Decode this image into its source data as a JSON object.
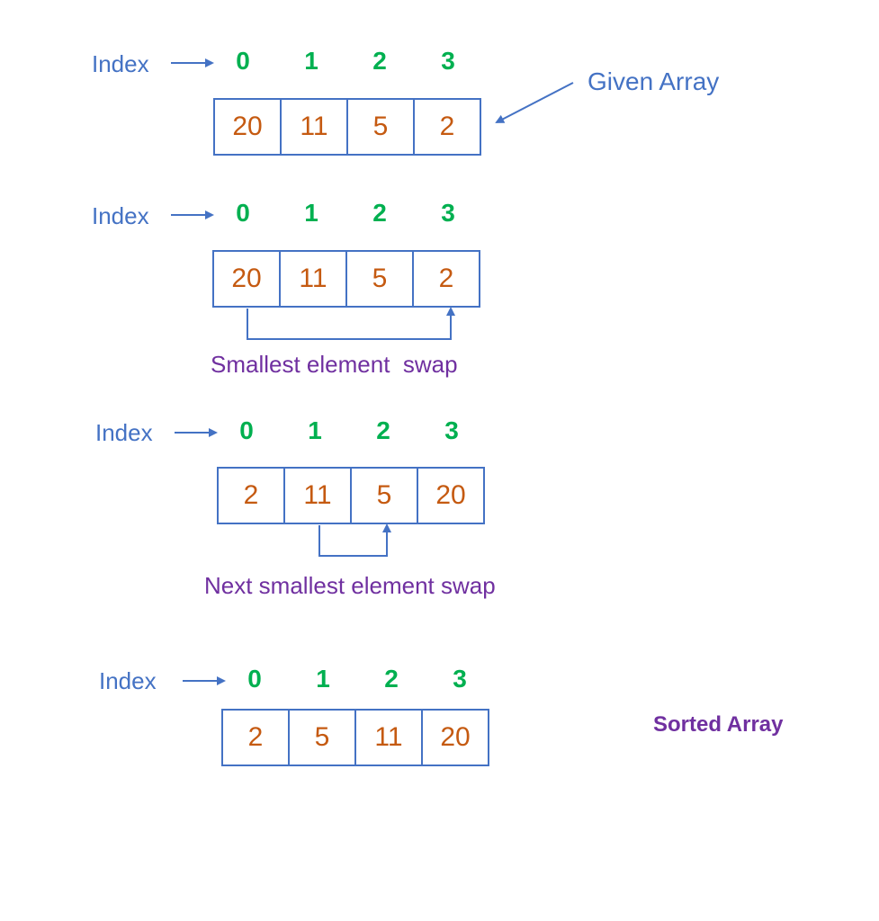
{
  "index_label": "Index",
  "indices": [
    "0",
    "1",
    "2",
    "3"
  ],
  "steps": [
    {
      "values": [
        "20",
        "11",
        "5",
        "2"
      ]
    },
    {
      "values": [
        "20",
        "11",
        "5",
        "2"
      ],
      "caption": "Smallest element  swap"
    },
    {
      "values": [
        "2",
        "11",
        "5",
        "20"
      ],
      "caption": "Next smallest element swap"
    },
    {
      "values": [
        "2",
        "5",
        "11",
        "20"
      ]
    }
  ],
  "given_array_label": "Given Array",
  "sorted_array_label": "Sorted Array",
  "colors": {
    "box": "#4472C4",
    "index_number": "#00B050",
    "value": "#C55A11",
    "caption": "#7030A0"
  }
}
